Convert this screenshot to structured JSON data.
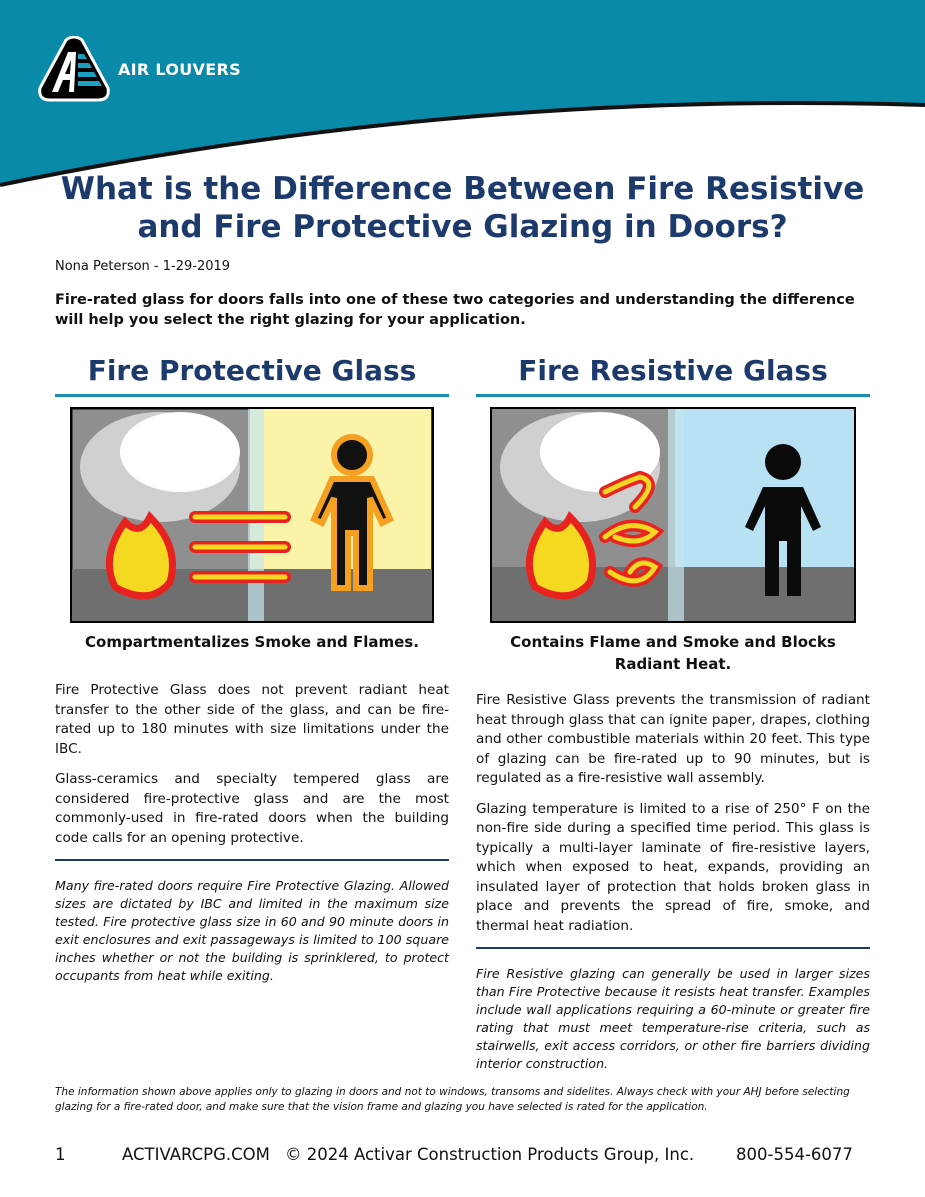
{
  "header": {
    "brand": "AIR LOUVERS",
    "logo_letter": "A"
  },
  "title": "What is the Difference Between Fire Resistive and Fire Protective Glazing in Doors?",
  "author": "Nona Peterson - 1-29-2019",
  "intro": "Fire-rated glass for doors falls into one of these two categories and understanding the difference will help you select the right glazing for your application.",
  "left": {
    "heading": "Fire Protective Glass",
    "caption": "Compartmentalizes Smoke and Flames.",
    "paragraphs": [
      "Fire Protective Glass does not prevent radiant heat transfer to the other side of the glass, and can be fire-rated up to 180 minutes with size limitations under the IBC.",
      "Glass-ceramics and specialty tempered glass are considered fire-protective glass and are the most commonly-used in fire-rated doors when the building code calls for an opening protective."
    ],
    "note": "Many fire-rated doors require Fire Protective Glazing. Allowed sizes are dictated by IBC and limited in the maximum size tested.  Fire protective glass size in 60 and 90 minute doors in exit enclosures and exit passageways is limited to 100 square inches whether or not the building is sprinklered, to protect occupants from heat while exiting."
  },
  "right": {
    "heading": "Fire Resistive Glass",
    "caption": "Contains Flame and Smoke and Blocks Radiant Heat.",
    "paragraphs": [
      "Fire Resistive Glass prevents the transmission of radiant heat through glass that can ignite paper, drapes, clothing and other combustible materials within 20 feet.  This type of glazing can be fire-rated up to 90 minutes, but is regulated as a fire-resistive wall assembly.",
      "Glazing temperature is limited to a rise of 250° F on the non-fire side during a specified time period. This glass is typically a multi-layer laminate of fire-resistive layers, which when exposed to heat, expands, providing an insulated layer of protection that holds broken glass in place and prevents the spread of fire, smoke, and thermal heat radiation."
    ],
    "note": "Fire Resistive glazing can generally be used in larger sizes than Fire Protective because it resists heat transfer. Examples include wall applications requiring a 60-minute or greater fire rating that must meet temperature-rise criteria, such as stairwells, exit access corridors, or other fire barriers dividing interior construction."
  },
  "disclaimer": "The information shown above applies only to glazing in doors and not to windows, transoms and sidelites.  Always check with your AHJ before selecting glazing for a fire-rated door, and make sure that the vision frame and glazing you have selected is rated for the application.",
  "footer": {
    "page": "1",
    "site": "ACTIVARCPG.COM",
    "copyright": "© 2024 Activar Construction Products Group, Inc.",
    "phone": "800-554-6077"
  },
  "colors": {
    "teal": "#0a8aa9",
    "navy": "#1d3a6d"
  }
}
